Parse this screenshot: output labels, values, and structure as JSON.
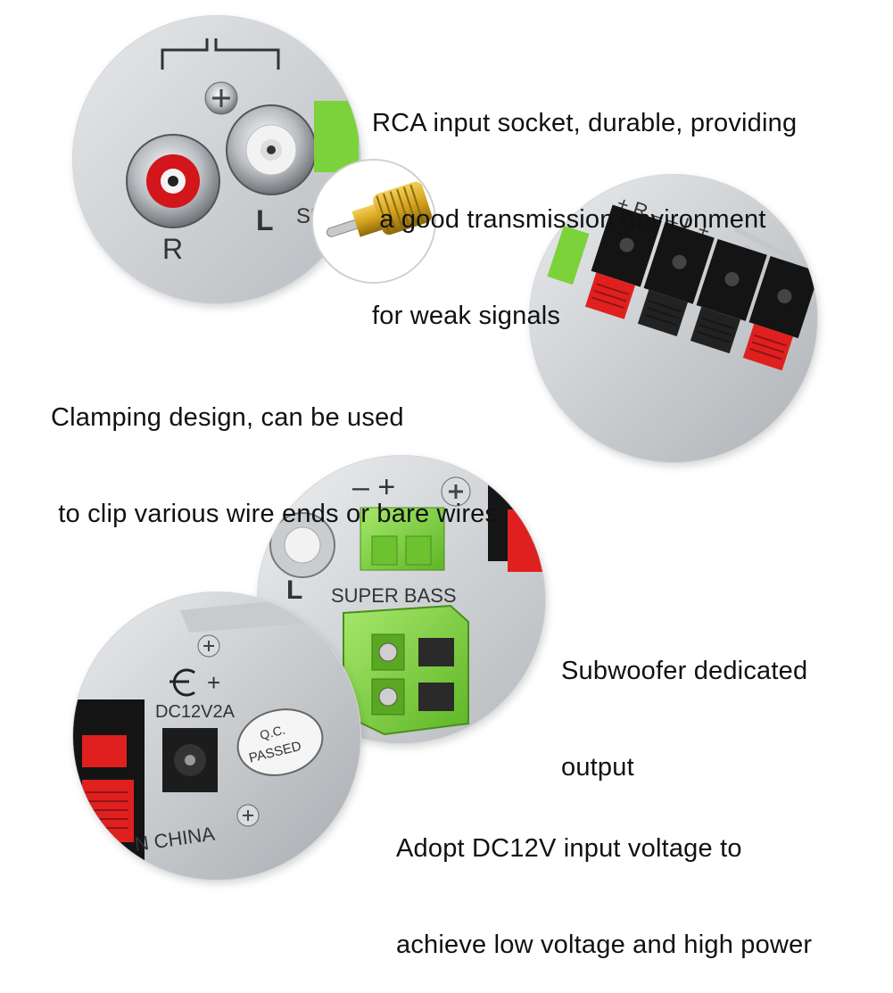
{
  "captions": {
    "rca": {
      "lines": [
        "RCA input socket, durable, providing",
        " a good transmission environment",
        "for weak signals"
      ]
    },
    "clamp": {
      "lines": [
        "Clamping design, can be used",
        " to clip various wire ends or bare wires"
      ]
    },
    "subwoofer": {
      "lines": [
        "Subwoofer dedicated",
        "output"
      ]
    },
    "dc": {
      "lines": [
        "Adopt DC12V input voltage to",
        "achieve low voltage and high power"
      ]
    }
  },
  "panel_labels": {
    "rca_right": "R",
    "rca_left": "L",
    "rca_partial": "SU",
    "speaker_terminal_marks": "+ R – – L +",
    "bass_polarity": "– +",
    "bass_left": "L",
    "super_bass": "SUPER BASS",
    "dc_rating": "DC12V2A",
    "qc_top": "Q.C.",
    "qc_bottom": "PASSED",
    "made_in": "N CHINA"
  },
  "colors": {
    "rca_red": "#d3161b",
    "rca_white": "#f2f2f2",
    "terminal_green": "#7bd23a",
    "plug_gold": "#d4a21c",
    "clip_red": "#e0201f",
    "panel_silver": "#d6d9dc"
  }
}
